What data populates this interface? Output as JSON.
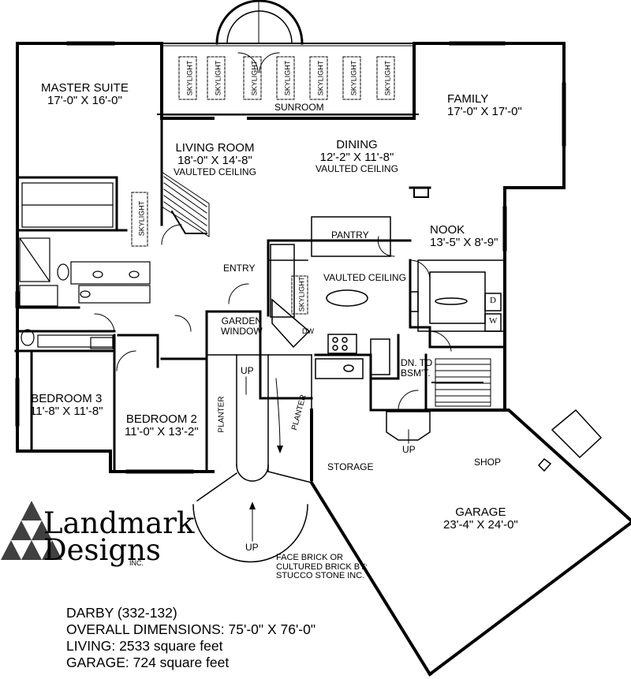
{
  "rooms": {
    "master": {
      "name": "MASTER SUITE",
      "dims": "17'-0\" X 16'-0\""
    },
    "sunroom": {
      "name": "SUNROOM"
    },
    "family": {
      "name": "FAMILY",
      "dims": "17'-0\" X 17'-0\""
    },
    "living": {
      "name": "LIVING ROOM",
      "dims": "18'-0\" X 14'-8\"",
      "note": "VAULTED CEILING"
    },
    "dining": {
      "name": "DINING",
      "dims": "12'-2\" X 11'-8\"",
      "note": "VAULTED CEILING"
    },
    "nook": {
      "name": "NOOK",
      "dims": "13'-5\" X 8'-9\""
    },
    "pantry": {
      "name": "PANTRY"
    },
    "entry": {
      "name": "ENTRY"
    },
    "kitchen": {
      "note": "VAULTED CEILING"
    },
    "garden_window": {
      "line1": "GARDEN",
      "line2": "WINDOW"
    },
    "bedroom3": {
      "name": "BEDROOM 3",
      "dims": "11'-8\" X 11'-8\""
    },
    "bedroom2": {
      "name": "BEDROOM 2",
      "dims": "11'-0\" X 13'-2\""
    },
    "storage": {
      "name": "STORAGE"
    },
    "shop": {
      "name": "SHOP"
    },
    "garage": {
      "name": "GARAGE",
      "dims": "23'-4\" X 24'-0\""
    }
  },
  "labels": {
    "skylight": "SKYLIGHT",
    "planter": "PLANTER",
    "up": "UP",
    "dw": "DW",
    "dn_line1": "DN. TO",
    "dn_line2": "BSM'T.",
    "dryer": "D",
    "washer": "W",
    "brick_line1": "FACE BRICK OR",
    "brick_line2": "CULTURED BRICK BY:",
    "brick_line3": "STUCCO STONE INC."
  },
  "logo": {
    "line1": "Landmark",
    "line2": "Designs",
    "suffix": "INC."
  },
  "info": {
    "plan": "DARBY (332-132)",
    "dimensions": "OVERALL DIMENSIONS: 75'-0\" X 76'-0\"",
    "living": "LIVING: 2533 square feet",
    "garage": "GARAGE: 724 square feet"
  }
}
